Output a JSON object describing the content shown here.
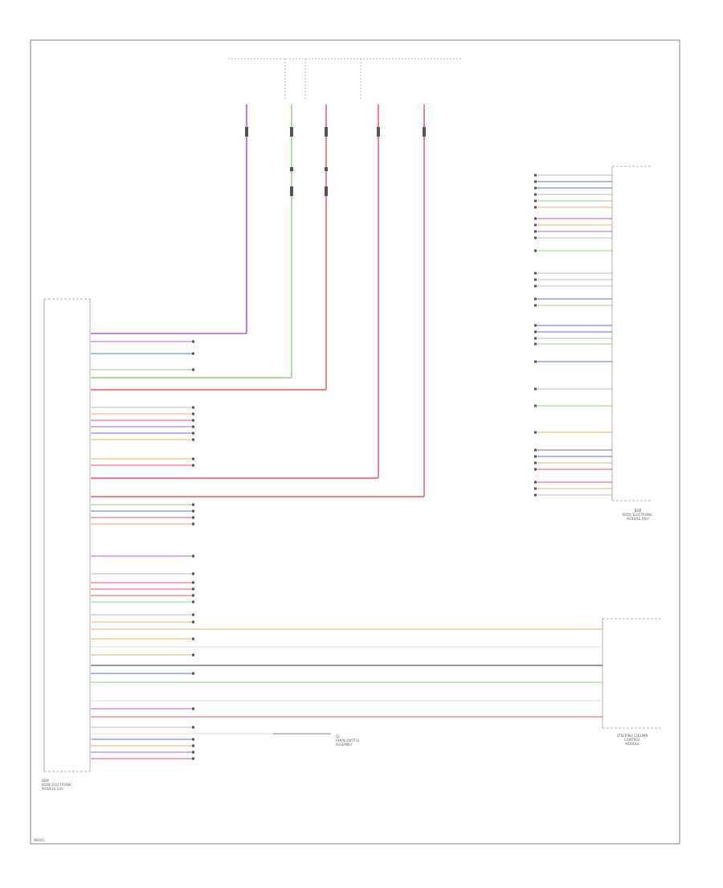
{
  "footer_code": "W0001",
  "colors": {
    "violet": "#b05ce8",
    "green": "#8ed07a",
    "red": "#f0505a",
    "orange": "#e8b15c",
    "black": "#333333",
    "blue": "#5a6ef0",
    "gray": "#bbbbbb"
  },
  "components": {
    "left_module": {
      "name": "BEM\nBODY ELECTRONIC\nMODULE (LH)"
    },
    "right_module": {
      "name": "BEM\nBODY ELECTRONIC\nMODULE (RH)"
    },
    "right_lower": {
      "name": "STEERING COLUMN\nCONTROL\nMODULE"
    },
    "relay_label": {
      "name": "S2\nHORN SWITCH\nASSEMBLY"
    }
  }
}
